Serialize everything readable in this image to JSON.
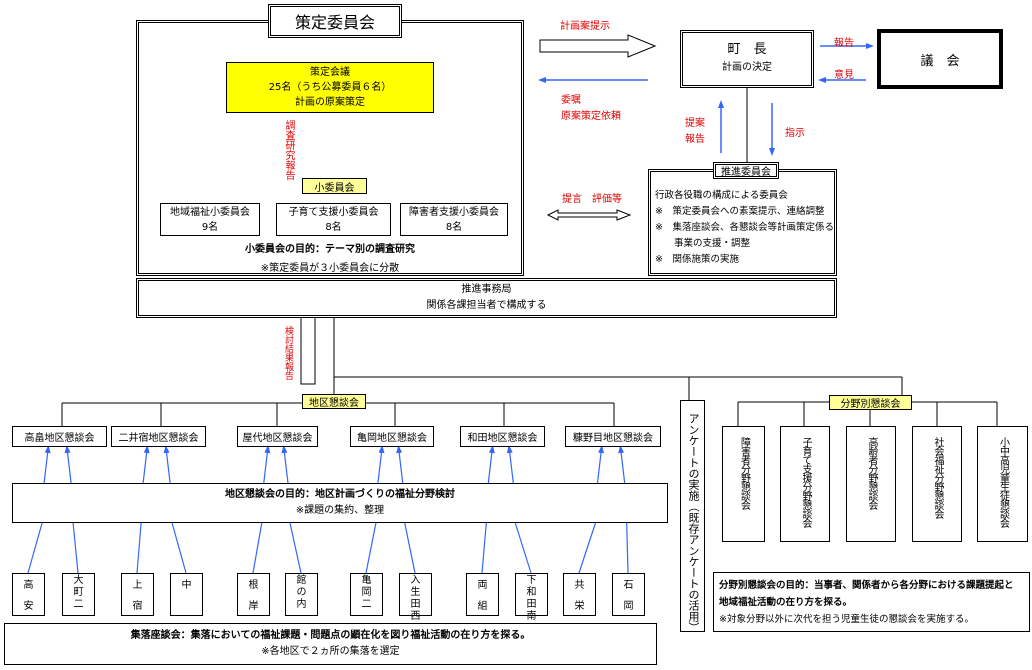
{
  "strategy_committee": {
    "title": "策定委員会",
    "council": {
      "title": "策定会議",
      "members": "25名（うち公募委員６名）",
      "role": "計画の原案策定"
    },
    "research_report_label": "調査研究報告",
    "subcommittee_label": "小委員会",
    "subcommittees": [
      {
        "name": "地域福祉小委員会",
        "count": "9名"
      },
      {
        "name": "子育て支援小委員会",
        "count": "8名"
      },
      {
        "name": "障害者支援小委員会",
        "count": "8名"
      }
    ],
    "purpose": "小委員会の目的：テーマ別の調査研究",
    "note": "※策定委員が３小委員会に分散"
  },
  "mayor": {
    "title": "町　長",
    "role": "計画の決定"
  },
  "assembly": {
    "title": "議　会"
  },
  "flows": {
    "plan_proposal": "計画案提示",
    "commission_line1": "委嘱",
    "commission_line2": "原案策定依頼",
    "report_to_assembly": "報告",
    "opinion": "意見",
    "proposal_report_line1": "提案",
    "proposal_report_line2": "報告",
    "instruction": "指示",
    "advice_evaluation": "提言　評価等",
    "study_result_report": "検討結果報告"
  },
  "promotion_committee": {
    "title": "推進委員会",
    "lines": [
      "行政各役職の構成による委員会",
      "※　策定委員会への素案提示、連絡調整",
      "※　集落座談会、各懇談会等計画策定係る",
      "　　事業の支援・調整",
      "※　関係施策の実施"
    ]
  },
  "secretariat": {
    "title": "推進事務局",
    "desc": "関係各課担当者で構成する"
  },
  "district_meetings": {
    "label": "地区懇談会",
    "districts": [
      {
        "name": "高畠地区懇談会",
        "villages": [
          "高安",
          "大町二"
        ]
      },
      {
        "name": "二井宿地区懇談会",
        "villages": [
          "上宿",
          "中"
        ]
      },
      {
        "name": "屋代地区懇談会",
        "villages": [
          "根岸",
          "館の内"
        ]
      },
      {
        "name": "亀岡地区懇談会",
        "villages": [
          "亀岡二",
          "入生田西"
        ]
      },
      {
        "name": "和田地区懇談会",
        "villages": [
          "両組",
          "下和田南"
        ]
      },
      {
        "name": "糠野目地区懇談会",
        "villages": [
          "共栄",
          "石岡"
        ]
      }
    ],
    "purpose": "地区懇談会の目的：地区計画づくりの福祉分野検討",
    "note": "※課題の集約、整理"
  },
  "village_meetings": {
    "purpose": "集落座談会：集落においての福祉課題・問題点の顕在化を図り福祉活動の在り方を探る。",
    "note": "※各地区で２ヵ所の集落を選定"
  },
  "survey": {
    "label": "アンケートの実施（既存アンケートの活用）"
  },
  "field_meetings": {
    "label": "分野別懇談会",
    "fields": [
      "障害者分野懇談会",
      "子育て支援分野懇談会",
      "高齢者分野懇談会",
      "社会福祉分野懇談会",
      "小中高児童生徒懇談会"
    ],
    "purpose_line1": "分野別懇談会の目的：当事者、関係者から各分野における課題提起と",
    "purpose_line2": "地域福祉活動の在り方を探る。",
    "note": "※対象分野以外に次代を担う児童生徒の懇談会を実施する。"
  },
  "colors": {
    "arrow_blue": "#3366ff",
    "label_red": "#e00000",
    "council_yellow": "#ffff00",
    "label_yellow": "#ffff99"
  }
}
